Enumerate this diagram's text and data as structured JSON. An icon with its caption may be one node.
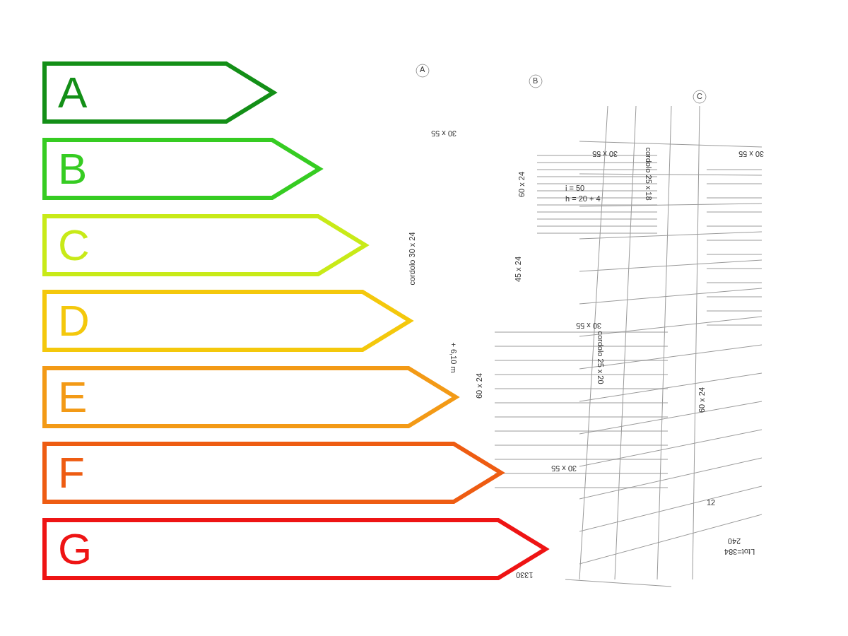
{
  "diagram": {
    "nodes": [
      {
        "text": [
          "A"
        ]
      },
      {
        "text": [
          "B"
        ]
      },
      {
        "text": [
          "C"
        ]
      },
      {
        "text": [
          "D"
        ]
      },
      {
        "text": [
          "E"
        ]
      },
      {
        "text": [
          "F"
        ]
      },
      {
        "text": [
          "G"
        ]
      }
    ],
    "labels": [
      "A",
      "B",
      "C",
      "30 x 55",
      "30 x 55",
      "30 x 55",
      "h = 20 + 4",
      "i = 50",
      "cordolo 25 x 18",
      "60 x 24",
      "cordolo 30 x 24",
      "45 x 24",
      "30 x 55",
      "cordolo 25 x 20",
      "+ 6,10 m",
      "60 x 24",
      "60 x 24",
      "30 x 55",
      "12",
      "1330",
      "Ltot=384",
      "240"
    ]
  }
}
